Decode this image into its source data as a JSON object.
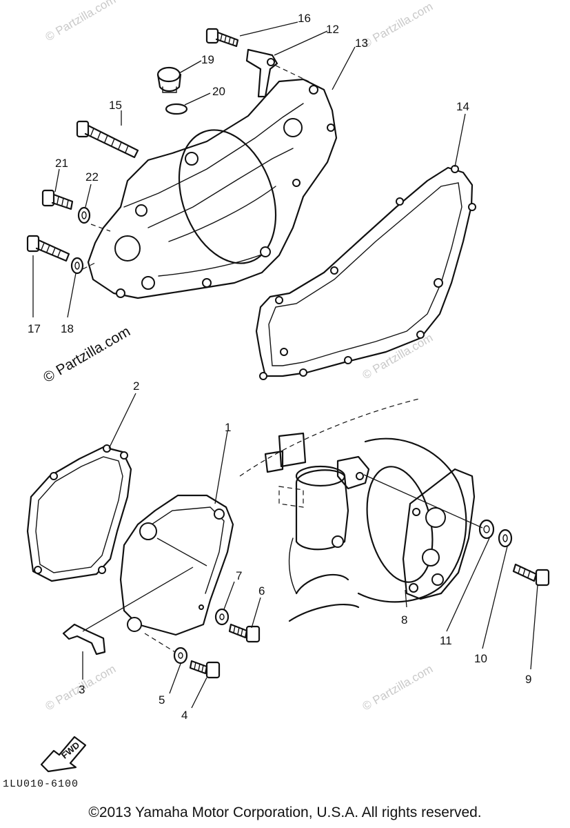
{
  "watermarks": {
    "partzilla": "© Partzilla.com"
  },
  "callouts": [
    "1",
    "2",
    "3",
    "4",
    "5",
    "6",
    "7",
    "8",
    "9",
    "10",
    "11",
    "12",
    "13",
    "14",
    "15",
    "16",
    "17",
    "18",
    "19",
    "20",
    "21",
    "22"
  ],
  "fwd_label": "FWD",
  "diagram_code": "1LU010-6100",
  "copyright": "©2013 Yamaha Motor Corporation, U.S.A. All rights reserved."
}
